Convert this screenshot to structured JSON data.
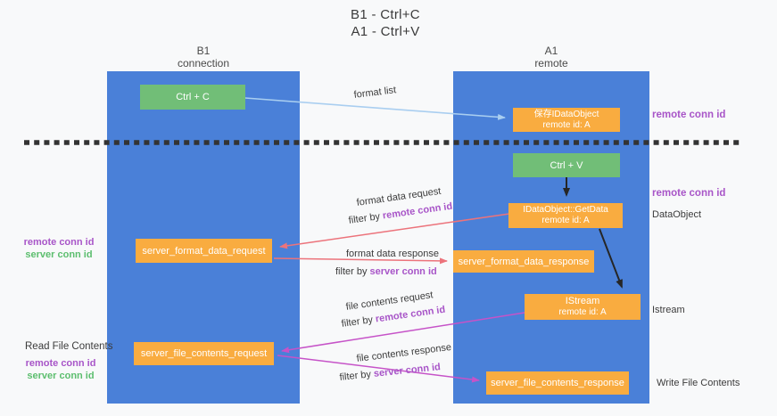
{
  "title": {
    "line1": "B1 - Ctrl+C",
    "line2": "A1 - Ctrl+V"
  },
  "columns": {
    "left": {
      "name": "B1",
      "role": "connection"
    },
    "right": {
      "name": "A1",
      "role": "remote"
    }
  },
  "nodes": {
    "ctrl_c": "Ctrl + C",
    "ctrl_v": "Ctrl + V",
    "save_idataobject": {
      "line1": "保存IDataObject",
      "line2": "remote id: A"
    },
    "getdata": {
      "line1": "IDataObject::GetData",
      "line2": "remote id: A"
    },
    "istream": {
      "line1": "IStream",
      "line2": "remote id: A"
    },
    "format_request": "server_format_data_request",
    "format_response": "server_format_data_response",
    "file_request": "server_file_contents_request",
    "file_response": "server_file_contents_response"
  },
  "side_labels": {
    "remote_conn_id_top_right": "remote conn id",
    "remote_conn_id_mid_right": "remote conn id",
    "dataobject": "DataObject",
    "istream": "Istream",
    "write_file_contents": "Write File Contents",
    "read_file_contents": "Read File Contents",
    "remote_conn_id_left_top": "remote conn id",
    "server_conn_id_left_top": "server conn id",
    "remote_conn_id_left_bottom": "remote conn id",
    "server_conn_id_left_bottom": "server conn id"
  },
  "arrow_labels": {
    "format_list": "format list",
    "format_data_request": "format data request",
    "format_data_response": "format data response",
    "file_contents_request": "file contents request",
    "file_contents_response": "file contents response",
    "filter_by": "filter by",
    "remote_conn_id": "remote conn id",
    "server_conn_id": "server conn id"
  },
  "colors": {
    "background": "#F8F9FA",
    "column-blue": "#4A80D8",
    "node-orange": "#F9AC40",
    "node-green": "#71BE77",
    "arrow-lightblue": "#A9CEF0",
    "arrow-salmon": "#EC737B",
    "arrow-magenta": "#C653C8",
    "arrow-black": "#262626",
    "text-purple": "#A855C8",
    "text-green": "#5CBE6E",
    "text-dark": "#3B3B3B",
    "dash": "#333333"
  }
}
